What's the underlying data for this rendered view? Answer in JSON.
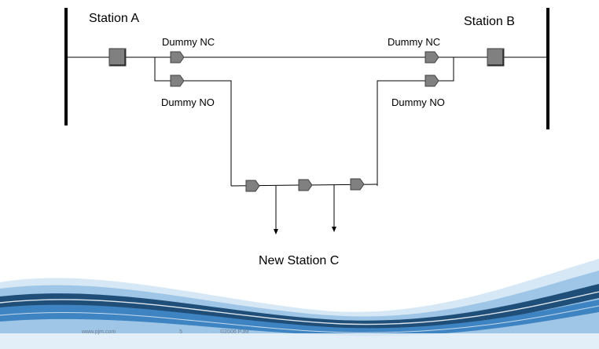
{
  "labels": {
    "station_a": "Station A",
    "station_b": "Station B",
    "station_c": "New Station C",
    "dummy_nc_left": "Dummy NC",
    "dummy_no_left": "Dummy NO",
    "dummy_nc_right": "Dummy NC",
    "dummy_no_right": "Dummy NO"
  },
  "footer": {
    "url": "www.pjm.com",
    "page_number": "5",
    "copyright": "©2006 PJM"
  },
  "colors": {
    "line": "#000000",
    "breaker_fill": "#808080",
    "breaker_stroke": "#404040",
    "wave_dark": "#1f4e79",
    "wave_mid": "#3f84c2",
    "wave_light": "#9fc6e6",
    "wave_pale": "#d6e8f5"
  }
}
